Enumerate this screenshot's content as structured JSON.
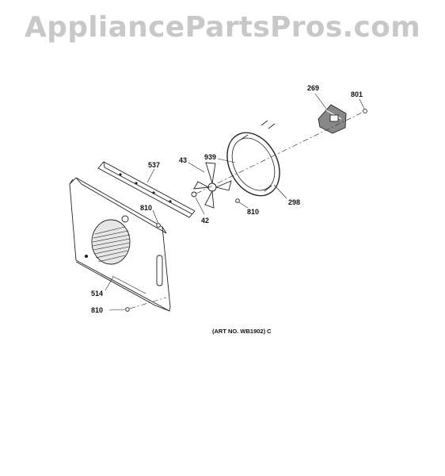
{
  "watermark": "AppliancePartsPros.com",
  "art_number": "(ART NO. WB1902) C",
  "callouts": {
    "p269": "269",
    "p801": "801",
    "p537": "537",
    "p43": "43",
    "p939": "939",
    "p810a": "810",
    "p42": "42",
    "p810b": "810",
    "p298": "298",
    "p514": "514",
    "p810c": "810"
  },
  "parts": {
    "p269": "motor-assembly",
    "p801": "screw",
    "p537": "bracket-strip",
    "p43": "fan-blade",
    "p939": "heating-element-ring",
    "p42": "nut",
    "p298": "element-ring",
    "p514": "rear-cover-panel",
    "p810": "screw"
  },
  "colors": {
    "line": "#222222",
    "watermark": "#c8c8c8"
  }
}
